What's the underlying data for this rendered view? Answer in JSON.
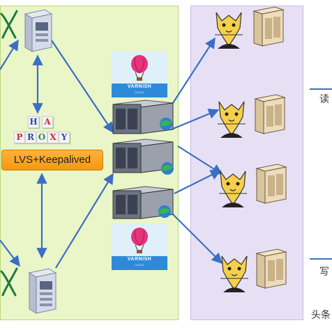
{
  "haproxy": {
    "letters": [
      "H",
      "A",
      "P",
      "R",
      "O",
      "X",
      "Y"
    ]
  },
  "lvs_label": "LVS+Keepalived",
  "varnish": {
    "top": {
      "name": "VARNISH",
      "sub": "CACHE"
    },
    "bottom": {
      "name": "VARNISH",
      "sub": "CACHE"
    }
  },
  "side_labels": {
    "read": "读",
    "write": "写",
    "headline": "头条"
  },
  "colors": {
    "arrow": "#3a6fc4",
    "green_panel": "#eaf5c8",
    "purple_panel": "#e7e0f5",
    "lvs_orange": "#f7a21e",
    "varnish_blue": "#2e8ad8"
  },
  "icons": [
    "server-icon",
    "tomcat-icon",
    "hot-air-balloon-icon",
    "globe-icon",
    "x-letter-icon"
  ]
}
